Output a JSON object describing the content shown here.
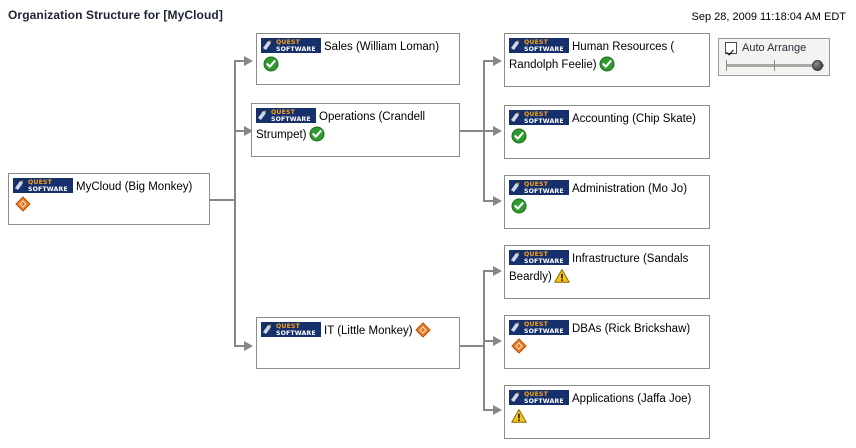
{
  "header": {
    "title": "Organization Structure for [MyCloud]",
    "timestamp": "Sep 28, 2009 11:18:04 AM EDT"
  },
  "controls": {
    "auto_arrange_label": "Auto Arrange",
    "auto_arrange_checked": "true",
    "zoom_slider_value": "100"
  },
  "logo": {
    "line1": "QUEST",
    "line2": "SOFTWARE"
  },
  "status_colors": {
    "ok": "#2e9b2e",
    "warning": "#f5c518",
    "critical": "#e8761a",
    "connector": "#878787",
    "node_border": "#8d8d8d",
    "panel_bg": "#f3f3f1"
  },
  "nodes": [
    {
      "id": "mycloud",
      "label": "MyCloud (Big Monkey)",
      "status": "critical",
      "status_name": "critical-diamond-icon"
    },
    {
      "id": "sales",
      "label": "Sales (William Loman)",
      "status": "ok",
      "status_name": "ok-check-icon"
    },
    {
      "id": "operations",
      "label": "Operations (Crandell Strumpet)",
      "status": "ok",
      "status_name": "ok-check-icon"
    },
    {
      "id": "it",
      "label": "IT (Little Monkey)",
      "status": "critical",
      "status_name": "critical-diamond-icon"
    },
    {
      "id": "hr",
      "label": "Human Resources ( Randolph Feelie)",
      "status": "ok",
      "status_name": "ok-check-icon"
    },
    {
      "id": "accounting",
      "label": "Accounting (Chip Skate)",
      "status": "ok",
      "status_name": "ok-check-icon"
    },
    {
      "id": "administration",
      "label": "Administration (Mo Jo)",
      "status": "ok",
      "status_name": "ok-check-icon"
    },
    {
      "id": "infrastructure",
      "label": "Infrastructure (Sandals Beardly)",
      "status": "warning",
      "status_name": "warning-triangle-icon"
    },
    {
      "id": "dbas",
      "label": "DBAs (Rick Brickshaw)",
      "status": "critical",
      "status_name": "critical-diamond-icon"
    },
    {
      "id": "applications",
      "label": "Applications (Jaffa Joe)",
      "status": "warning",
      "status_name": "warning-triangle-icon"
    }
  ]
}
